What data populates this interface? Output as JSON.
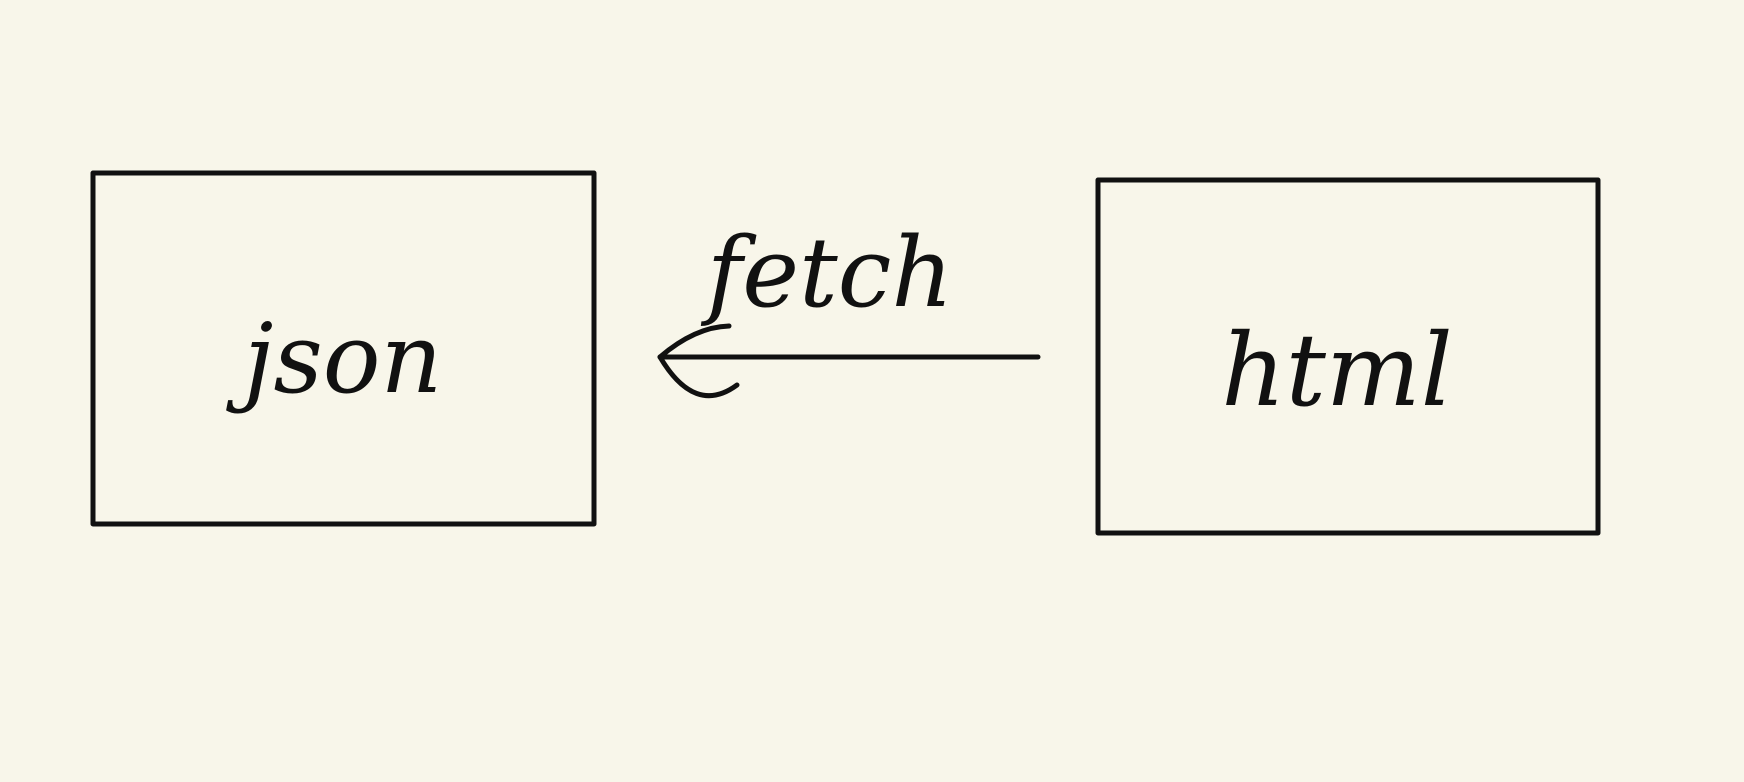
{
  "diagram": {
    "nodes": [
      {
        "id": "json",
        "label": "json"
      },
      {
        "id": "html",
        "label": "html"
      }
    ],
    "edges": [
      {
        "from": "html",
        "to": "json",
        "label": "fetch"
      }
    ],
    "colors": {
      "background": "#f8f6ea",
      "stroke": "#111111"
    }
  }
}
